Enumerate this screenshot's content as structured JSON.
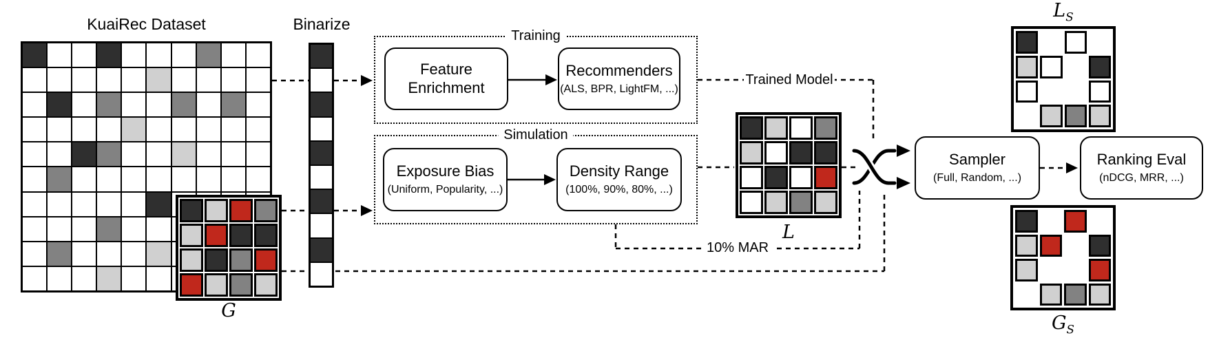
{
  "colors": {
    "dark": "#2f2f2f",
    "gray": "#828282",
    "light": "#d0d0d0",
    "red": "#c0281c"
  },
  "kuairec": {
    "title": "KuaiRec Dataset",
    "grid": [
      [
        "D",
        "W",
        "W",
        "D",
        "W",
        "W",
        "W",
        "G",
        "W",
        "W"
      ],
      [
        "W",
        "W",
        "W",
        "W",
        "W",
        "L",
        "W",
        "W",
        "W",
        "W"
      ],
      [
        "W",
        "D",
        "W",
        "G",
        "W",
        "W",
        "G",
        "W",
        "G",
        "W"
      ],
      [
        "W",
        "W",
        "W",
        "W",
        "L",
        "W",
        "W",
        "W",
        "W",
        "W"
      ],
      [
        "W",
        "W",
        "D",
        "G",
        "W",
        "W",
        "L",
        "W",
        "W",
        "W"
      ],
      [
        "W",
        "G",
        "W",
        "W",
        "W",
        "W",
        "W",
        "W",
        "W",
        "W"
      ],
      [
        "W",
        "W",
        "W",
        "W",
        "W",
        "D",
        "W",
        "W",
        "W",
        "W"
      ],
      [
        "W",
        "W",
        "W",
        "G",
        "W",
        "W",
        "W",
        "W",
        "W",
        "W"
      ],
      [
        "W",
        "G",
        "W",
        "W",
        "W",
        "L",
        "W",
        "W",
        "W",
        "W"
      ],
      [
        "W",
        "W",
        "W",
        "L",
        "W",
        "W",
        "W",
        "W",
        "W",
        "W"
      ]
    ]
  },
  "binarize": {
    "label": "Binarize",
    "column": [
      [
        "D"
      ],
      [
        "W"
      ],
      [
        "D"
      ],
      [
        "W"
      ],
      [
        "D"
      ],
      [
        "W"
      ],
      [
        "D"
      ],
      [
        "W"
      ],
      [
        "D"
      ],
      [
        "W"
      ]
    ]
  },
  "g_matrix": {
    "label": "G",
    "grid": [
      [
        "D",
        "L",
        "R",
        "G"
      ],
      [
        "L",
        "R",
        "D",
        "D"
      ],
      [
        "L",
        "D",
        "G",
        "R"
      ],
      [
        "R",
        "L",
        "G",
        "L"
      ]
    ]
  },
  "training": {
    "label": "Training",
    "feature": {
      "title": "Feature Enrichment"
    },
    "recommenders": {
      "title": "Recommenders",
      "subtitle": "(ALS, BPR, LightFM, ...)"
    }
  },
  "simulation": {
    "label": "Simulation",
    "exposure": {
      "title": "Exposure Bias",
      "subtitle": "(Uniform, Popularity, ...)"
    },
    "density": {
      "title": "Density Range",
      "subtitle": "(100%, 90%, 80%, ...)"
    }
  },
  "l_matrix": {
    "label": "L",
    "grid": [
      [
        "D",
        "L",
        "W",
        "G"
      ],
      [
        "L",
        "W",
        "D",
        "D"
      ],
      [
        "W",
        "D",
        "W",
        "R"
      ],
      [
        "W",
        "L",
        "G",
        "L"
      ]
    ]
  },
  "flow_labels": {
    "trained_model": "Trained Model",
    "mar": "10% MAR"
  },
  "sampler": {
    "title": "Sampler",
    "subtitle": "(Full, Random, ...)"
  },
  "ranking": {
    "title": "Ranking Eval",
    "subtitle": "(nDCG, MRR, ...)"
  },
  "ls_matrix": {
    "label": "L",
    "sub": "S",
    "grid": [
      [
        "D",
        null,
        "W",
        null
      ],
      [
        "L",
        "W",
        null,
        "D"
      ],
      [
        "W",
        null,
        null,
        "W"
      ],
      [
        null,
        "L",
        "G",
        "L"
      ]
    ]
  },
  "gs_matrix": {
    "label": "G",
    "sub": "S",
    "grid": [
      [
        "D",
        null,
        "R",
        null
      ],
      [
        "L",
        "R",
        null,
        "D"
      ],
      [
        "L",
        null,
        null,
        "R"
      ],
      [
        null,
        "L",
        "G",
        "L"
      ]
    ]
  }
}
